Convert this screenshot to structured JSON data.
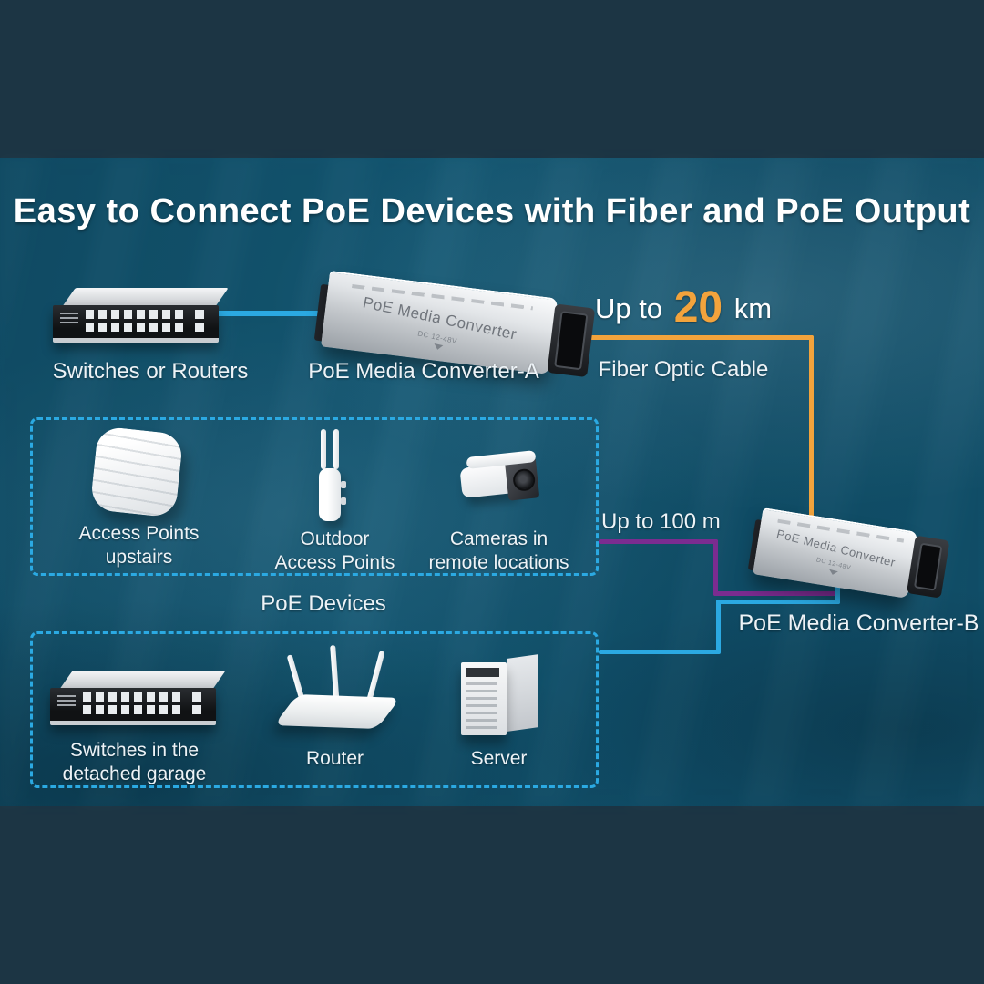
{
  "title": "Easy to Connect PoE Devices with Fiber and PoE Output",
  "colors": {
    "ethernet_blue": "#2BA9E2",
    "fiber_orange": "#F2A33C",
    "poe_purple": "#7B2C90",
    "label_white": "#EDF3F7"
  },
  "top_row": {
    "switch_label": "Switches or Routers",
    "converter_a_label": "PoE Media Converter-A",
    "fiber_distance": {
      "prefix": "Up to",
      "value": "20",
      "unit": "km"
    },
    "fiber_cable_label": "Fiber Optic Cable"
  },
  "devices_text": {
    "converter_face": "PoE Media Converter",
    "converter_sub": "DC 12-48V"
  },
  "poe_box": {
    "caption": "PoE Devices",
    "items": [
      {
        "label": [
          "Access Points",
          "upstairs"
        ]
      },
      {
        "label": [
          "Outdoor",
          "Access Points"
        ]
      },
      {
        "label": [
          "Cameras in",
          "remote locations"
        ]
      }
    ]
  },
  "link_b": {
    "copper_distance": "Up to 100 m",
    "converter_b_label": "PoE Media Converter-B"
  },
  "garage_box": {
    "items": [
      {
        "label": [
          "Switches in the",
          "detached garage"
        ]
      },
      {
        "label": [
          "Router"
        ]
      },
      {
        "label": [
          "Server"
        ]
      }
    ]
  }
}
